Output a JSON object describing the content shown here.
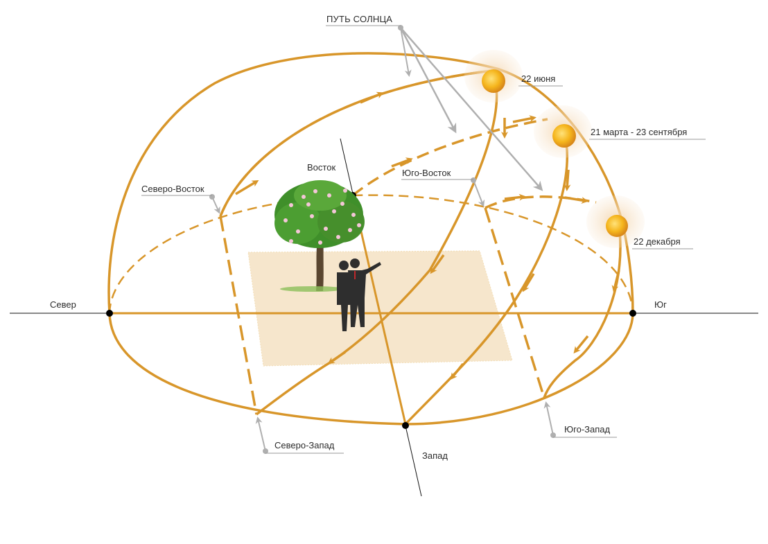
{
  "title": "ПУТЬ СОЛНЦА",
  "directions": {
    "north": "Север",
    "south": "Юг",
    "east": "Восток",
    "west": "Запад",
    "northeast": "Северо-Восток",
    "northwest": "Северо-Запад",
    "southeast": "Юго-Восток",
    "southwest": "Юго-Запад"
  },
  "sun_paths": [
    {
      "label": "22 июня"
    },
    {
      "label": "21 марта - 23 сентября"
    },
    {
      "label": "22 декабря"
    }
  ],
  "colors": {
    "path": "#D8962A",
    "sun": "#F0B21A",
    "ground": "#F6E6CC",
    "pointer": "#A9A9A9"
  }
}
